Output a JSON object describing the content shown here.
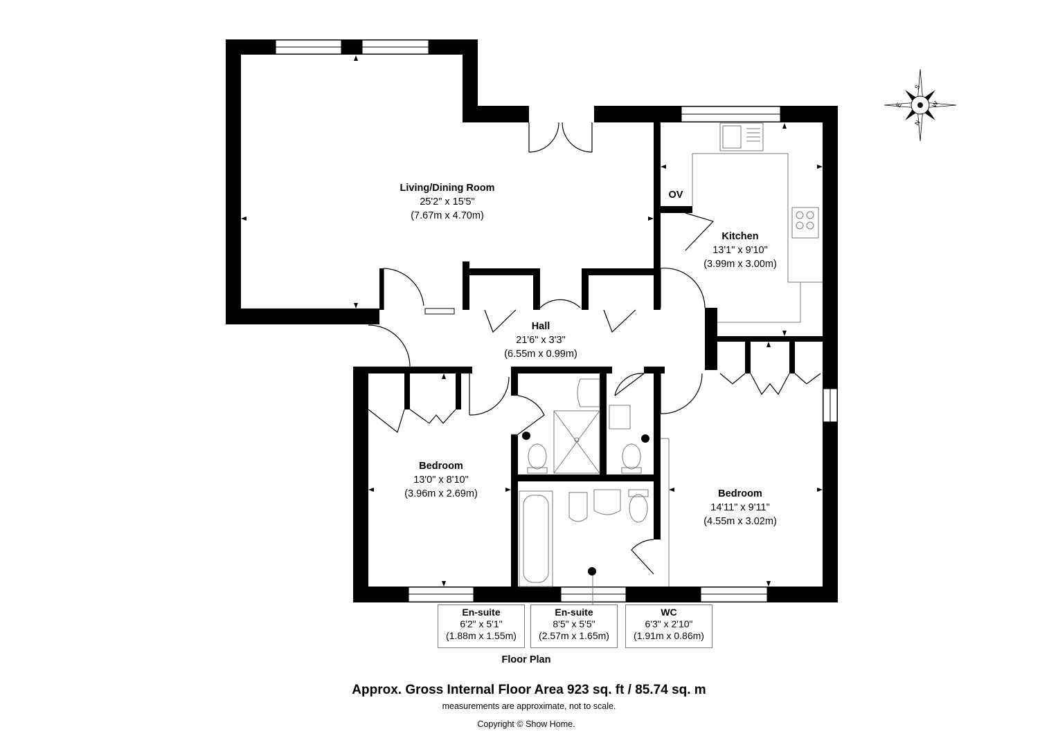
{
  "rooms": {
    "living": {
      "name": "Living/Dining Room",
      "imperial": "25'2\" x 15'5\"",
      "metric": "(7.67m x 4.70m)"
    },
    "kitchen": {
      "name": "Kitchen",
      "imperial": "13'1\" x 9'10\"",
      "metric": "(3.99m x 3.00m)",
      "oven_label": "OV"
    },
    "hall": {
      "name": "Hall",
      "imperial": "21'6\" x 3'3\"",
      "metric": "(6.55m x 0.99m)"
    },
    "bedroom1": {
      "name": "Bedroom",
      "imperial": "13'0\" x 8'10\"",
      "metric": "(3.96m x 2.69m)"
    },
    "bedroom2": {
      "name": "Bedroom",
      "imperial": "14'11\" x 9'11\"",
      "metric": "(4.55m x 3.02m)"
    },
    "ensuite1": {
      "name": "En-suite",
      "imperial": "6'2\" x 5'1\"",
      "metric": "(1.88m x 1.55m)"
    },
    "ensuite2": {
      "name": "En-suite",
      "imperial": "8'5\" x 5'5\"",
      "metric": "(2.57m x 1.65m)"
    },
    "wc": {
      "name": "WC",
      "imperial": "6'3\" x 2'10\"",
      "metric": "(1.91m x 0.86m)"
    }
  },
  "compass": {
    "north": "N",
    "south": "S",
    "east": "E",
    "west": "W"
  },
  "floor_title": "Floor Plan",
  "area": "Approx. Gross Internal Floor Area 923 sq. ft / 85.74 sq. m",
  "note": "measurements are approximate, not to scale.",
  "copyright": "Copyright © Show Home.",
  "colors": {
    "wall": "#000000",
    "window": "#ffffff",
    "line": "#888888"
  }
}
